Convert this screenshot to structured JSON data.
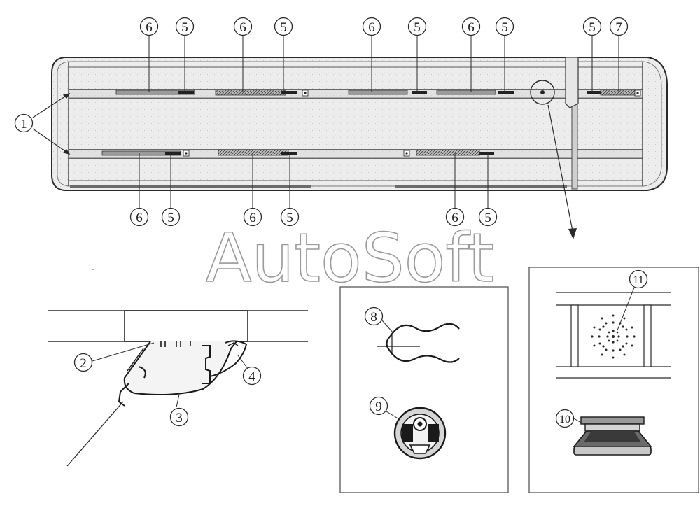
{
  "watermark": "AutoSoft",
  "callouts": {
    "top_row": [
      "6",
      "5",
      "6",
      "5",
      "6",
      "5",
      "6",
      "5",
      "5",
      "7"
    ],
    "bottom_row": [
      "6",
      "5",
      "6",
      "5",
      "6",
      "5"
    ],
    "left_ref": "1",
    "profile_parts": [
      "2",
      "3",
      "4"
    ],
    "clip_part": "8",
    "grommet_part": "9",
    "speaker_grille_part": "11",
    "speaker_part": "10"
  }
}
